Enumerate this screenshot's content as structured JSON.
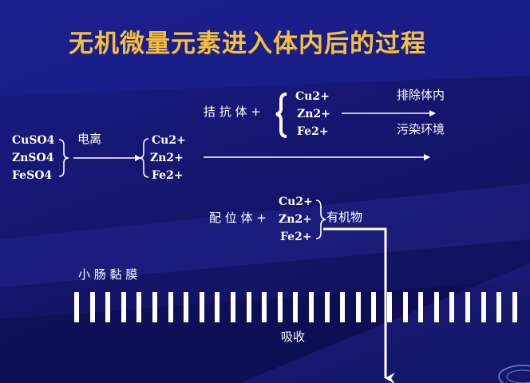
{
  "title": "无机微量元素进入体内后的过程",
  "salts": [
    "CuSO4",
    "ZnSO4",
    "FeSO4"
  ],
  "ionize_label": "电离",
  "ions_mid": [
    "Cu2+",
    "Zn2+",
    "Fe2+"
  ],
  "antagonist": {
    "label": "拮 抗 体 +",
    "ions": [
      "Cu2+",
      "Zn2+",
      "Fe2+"
    ],
    "outcome_top": "排除体内",
    "outcome_bottom": "污染环境"
  },
  "ligand": {
    "label": "配 位 体 +",
    "ions": [
      "Cu2+",
      "Zn2+",
      "Fe2+"
    ],
    "result": "有机物"
  },
  "mucosa_label": "小 肠 黏 膜",
  "absorb_label": "吸收",
  "colors": {
    "title": "#f6c03a",
    "text": "#ffffff",
    "background": "#14166e"
  }
}
